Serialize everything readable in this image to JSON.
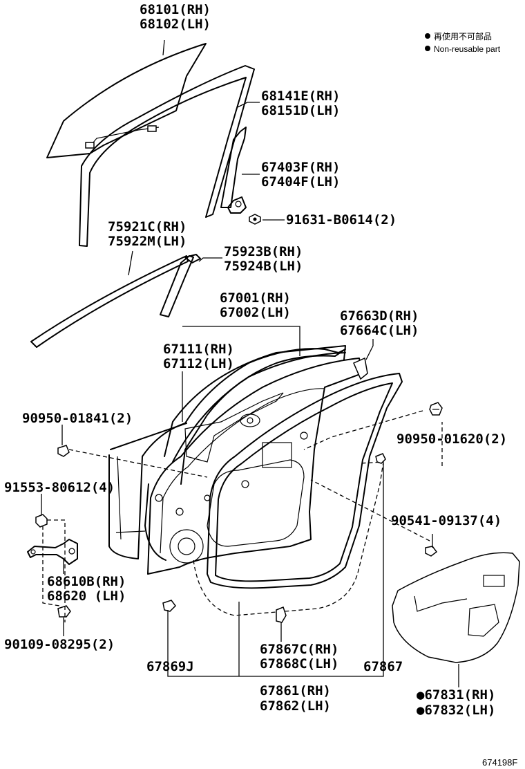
{
  "legend": {
    "item_jp": "再使用不可部品",
    "item_en": "Non-reusable part",
    "bullet": "●"
  },
  "labels": {
    "glass_rh": "68101(RH)",
    "glass_lh": "68102(LH)",
    "run_rh": "68141E(RH)",
    "run_lh": "68151D(LH)",
    "sash_rh": "67403F(RH)",
    "sash_lh": "67404F(LH)",
    "bolt_sash": "91631-B0614(2)",
    "molding_rh": "75921C(RH)",
    "molding_lh": "75922M(LH)",
    "corner_rh": "75923B(RH)",
    "corner_lh": "75924B(LH)",
    "door_rh": "67001(RH)",
    "door_lh": "67002(LH)",
    "panel_rh": "67111(RH)",
    "panel_lh": "67112(LH)",
    "bracket_rh": "67663D(RH)",
    "bracket_lh": "67664C(LH)",
    "clip_a": "90950-01841(2)",
    "clip_b": "90950-01620(2)",
    "bolt_hinge": "91553-80612(4)",
    "clip_c": "90541-09137(4)",
    "check_rh": "68610B(RH)",
    "check_lh": "68620 (LH)",
    "bolt_check": "90109-08295(2)",
    "seal_a_rh": "67867C(RH)",
    "seal_a_lh": "67868C(LH)",
    "seal_b": "67869J",
    "seal_c": "67867",
    "weather_rh": "67861(RH)",
    "weather_lh": "67862(LH)",
    "cover_rh": "●67831(RH)",
    "cover_lh": "●67832(LH)"
  },
  "diagram_code": "674198F"
}
